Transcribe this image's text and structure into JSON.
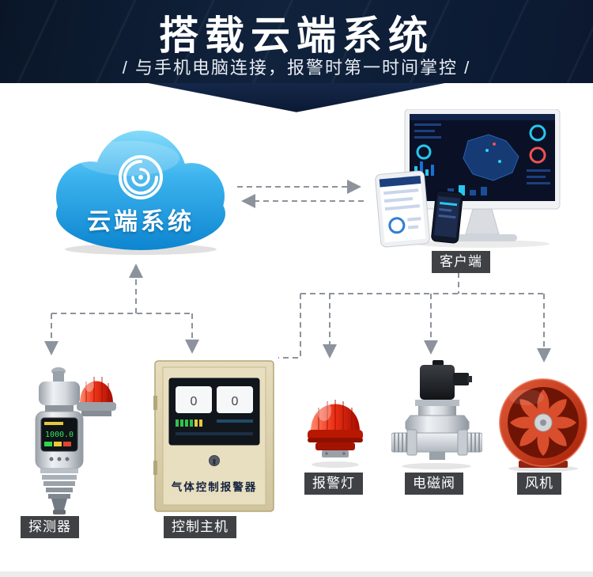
{
  "header": {
    "title": "搭载云端系统",
    "subtitle": "/ 与手机电脑连接，报警时第一时间掌控 /"
  },
  "cloud": {
    "label": "云端系统",
    "logo": "swirl-icon"
  },
  "client": {
    "label": "客户端"
  },
  "devices": {
    "detector": {
      "label": "探测器",
      "reading": "1000.0"
    },
    "controller": {
      "label": "控制主机",
      "panel_title": "气体控制报警器",
      "screen_values": [
        "0",
        "0"
      ]
    },
    "alarm_light": {
      "label": "报警灯"
    },
    "valve": {
      "label": "电磁阀"
    },
    "fan": {
      "label": "风机"
    }
  },
  "colors": {
    "header_bg": "#0c1a30",
    "cloud_blue": "#1f9fe0",
    "alarm_red": "#d8200a",
    "fan_red": "#c63112",
    "panel_beige": "#ddd3ac",
    "badge_bg": "#3f4145",
    "arrow_gray": "#8d939c"
  }
}
